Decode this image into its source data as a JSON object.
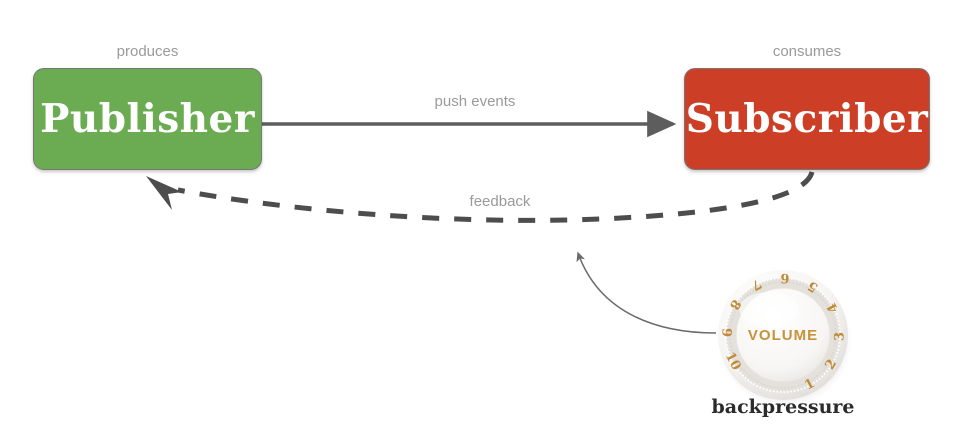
{
  "diagram": {
    "title": "Publisher Subscriber backpressure diagram",
    "background_color": "#ffffff",
    "nodes": [
      {
        "id": "publisher",
        "label": "Publisher",
        "caption": "produces",
        "fill_color": "#6BAC52",
        "text_color": "#ffffff",
        "border_color": "#777777"
      },
      {
        "id": "subscriber",
        "label": "Subscriber",
        "caption": "consumes",
        "fill_color": "#CC3F26",
        "text_color": "#ffffff",
        "border_color": "#777777"
      }
    ],
    "edges": [
      {
        "id": "push-events",
        "label": "push events",
        "from": "publisher",
        "to": "subscriber",
        "style": "solid",
        "color": "#5d5d5d"
      },
      {
        "id": "feedback",
        "label": "feedback",
        "from": "subscriber",
        "to": "publisher",
        "style": "dashed",
        "color": "#4d4d4d"
      },
      {
        "id": "knob-to-feedback",
        "label": "",
        "from": "volume-knob",
        "to": "feedback",
        "style": "thin-curve",
        "color": "#6b6b6b"
      }
    ],
    "knob": {
      "label": "backpressure",
      "center_text": "VOLUME",
      "numbers": [
        "1",
        "2",
        "3",
        "4",
        "5",
        "6",
        "7",
        "8",
        "9",
        "10"
      ],
      "number_color": "#C08A36",
      "center_text_color": "#C8923A",
      "body_color": "#f4f3f1"
    },
    "caption_color": "#9a9a9a"
  }
}
